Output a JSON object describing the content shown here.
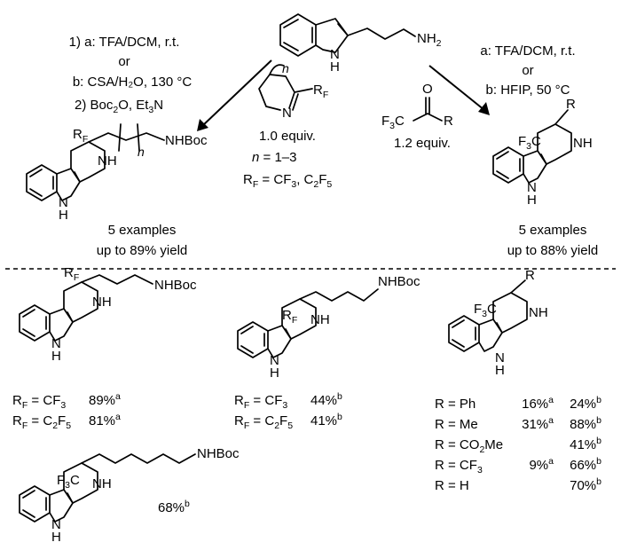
{
  "reaction": {
    "left_conditions": {
      "line1": "1) a: TFA/DCM, r.t.",
      "line2": "or",
      "line3": "b: CSA/H₂O, 130 °C",
      "line4_pre": "2) Boc",
      "line4_sub": "2",
      "line4_post": "O, Et",
      "line4_sub2": "3",
      "line4_end": "N"
    },
    "right_conditions": {
      "line1": "a: TFA/DCM, r.t.",
      "line2": "or",
      "line3": "b: HFIP, 50 °C"
    },
    "cyclic_imine": {
      "n_label": "n",
      "rf_label": "R",
      "rf_sub": "F",
      "equiv": "1.0 equiv.",
      "n_range_pre": "n",
      "n_range_post": " = 1–3",
      "rf_def_pre": "R",
      "rf_def_sub": "F",
      "rf_def_mid": " = CF",
      "rf_def_sub2": "3",
      "rf_def_mid2": ", C",
      "rf_def_sub3": "2",
      "rf_def_mid3": "F",
      "rf_def_sub4": "5"
    },
    "ketone": {
      "f3c": "F",
      "f3c_sub": "3",
      "f3c_c": "C",
      "o": "O",
      "r": "R",
      "equiv": "1.2 equiv."
    },
    "starting_material": {
      "nh2_pre": "NH",
      "nh2_sub": "2",
      "nh": "N",
      "h": "H"
    },
    "left_product": {
      "rf": "R",
      "rf_sub": "F",
      "nhboc": "NHBoc",
      "n": "n",
      "nh": "NH",
      "indole_n": "N",
      "indole_h": "H",
      "examples": "5 examples",
      "yield": "up to 89% yield"
    },
    "right_product": {
      "cf3_pre": "F",
      "cf3_sub": "3",
      "cf3_post": "C",
      "r": "R",
      "nh": "NH",
      "indole_n": "N",
      "indole_h": "H",
      "examples": "5 examples",
      "yield": "up to 88% yield"
    }
  },
  "examples": {
    "ex1": {
      "rf": "R",
      "rf_sub": "F",
      "nhboc": "NHBoc",
      "nh": "NH",
      "n": "N",
      "h": "H",
      "rows": [
        {
          "pre": "R",
          "sub": "F",
          "mid": " = CF",
          "sub2": "3",
          "mid2": "",
          "sub3": "",
          "yield": "89%",
          "sup": "a"
        },
        {
          "pre": "R",
          "sub": "F",
          "mid": " = C",
          "sub2": "2",
          "mid2": "F",
          "sub3": "5",
          "yield": "81%",
          "sup": "a"
        }
      ]
    },
    "ex2": {
      "rf": "R",
      "rf_sub": "F",
      "nhboc": "NHBoc",
      "nh": "NH",
      "n": "N",
      "h": "H",
      "rows": [
        {
          "pre": "R",
          "sub": "F",
          "mid": " = CF",
          "sub2": "3",
          "mid2": "",
          "sub3": "",
          "yield": "44%",
          "sup": "b"
        },
        {
          "pre": "R",
          "sub": "F",
          "mid": " = C",
          "sub2": "2",
          "mid2": "F",
          "sub3": "5",
          "yield": "41%",
          "sup": "b"
        }
      ]
    },
    "ex3": {
      "cf3_pre": "F",
      "cf3_sub": "3",
      "cf3_post": "C",
      "r": "R",
      "nh": "NH",
      "n": "N",
      "h": "H",
      "rows": [
        {
          "label": "R = Ph",
          "label_sub": "",
          "label_post": "",
          "y1": "16%",
          "s1": "a",
          "y2": "24%",
          "s2": "b"
        },
        {
          "label": "R = Me",
          "label_sub": "",
          "label_post": "",
          "y1": "31%",
          "s1": "a",
          "y2": "88%",
          "s2": "b"
        },
        {
          "label": "R = CO",
          "label_sub": "2",
          "label_post": "Me",
          "y1": "",
          "s1": "",
          "y2": "41%",
          "s2": "b"
        },
        {
          "label": "R = CF",
          "label_sub": "3",
          "label_post": "",
          "y1": "9%",
          "s1": "a",
          "y2": "66%",
          "s2": "b"
        },
        {
          "label": "R = H",
          "label_sub": "",
          "label_post": "",
          "y1": "",
          "s1": "",
          "y2": "70%",
          "s2": "b"
        }
      ]
    },
    "ex4": {
      "cf3_pre": "F",
      "cf3_sub": "3",
      "cf3_post": "C",
      "nhboc": "NHBoc",
      "nh": "NH",
      "n": "N",
      "h": "H",
      "yield": "68%",
      "sup": "b"
    }
  }
}
